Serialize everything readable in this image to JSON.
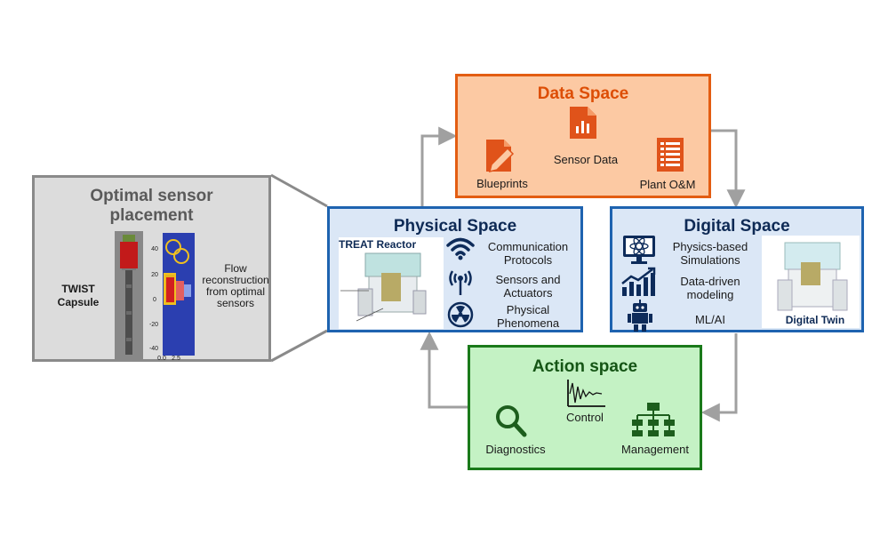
{
  "data_space": {
    "title": "Data Space",
    "blueprints": "Blueprints",
    "sensor_data": "Sensor Data",
    "plant_om": "Plant O&M",
    "fill": "#fcc9a3",
    "border": "#e35d12",
    "title_color": "#dd4e06"
  },
  "physical_space": {
    "title": "Physical Space",
    "reactor_label": "TREAT Reactor",
    "comm_line1": "Communication",
    "comm_line2": "Protocols",
    "sens_line1": "Sensors and",
    "sens_line2": "Actuators",
    "phys_line1": "Physical",
    "phys_line2": "Phenomena",
    "fill": "#dbe7f6",
    "border": "#1e63b0",
    "title_color": "#0e2a55"
  },
  "digital_space": {
    "title": "Digital Space",
    "sim_line1": "Physics-based",
    "sim_line2": "Simulations",
    "dd_line1": "Data-driven",
    "dd_line2": "modeling",
    "mlai": "ML/AI",
    "twin_label": "Digital Twin",
    "fill": "#dbe7f6",
    "border": "#1e63b0",
    "title_color": "#0e2a55"
  },
  "action_space": {
    "title": "Action space",
    "control": "Control",
    "diagnostics": "Diagnostics",
    "management": "Management",
    "fill": "#c4f2c4",
    "border": "#1a7a1a",
    "title_color": "#155515"
  },
  "sensor_placement": {
    "title_line1": "Optimal sensor",
    "title_line2": "placement",
    "capsule_line1": "TWIST",
    "capsule_line2": "Capsule",
    "flow_line1": "Flow",
    "flow_line2": "reconstruction",
    "flow_line3": "from optimal",
    "flow_line4": "sensors",
    "y_ticks": [
      "40",
      "20",
      "0",
      "-20",
      "-40"
    ],
    "x_ticks": [
      "0.0",
      "2.5"
    ],
    "fill": "#dcdcdc",
    "border": "#8a8a8a",
    "title_color": "#5a5a5a"
  },
  "colors": {
    "arrow": "#a0a0a0",
    "icon_orange": "#e0531a",
    "icon_navy": "#0d2b5a",
    "icon_green": "#1d5e1d"
  }
}
